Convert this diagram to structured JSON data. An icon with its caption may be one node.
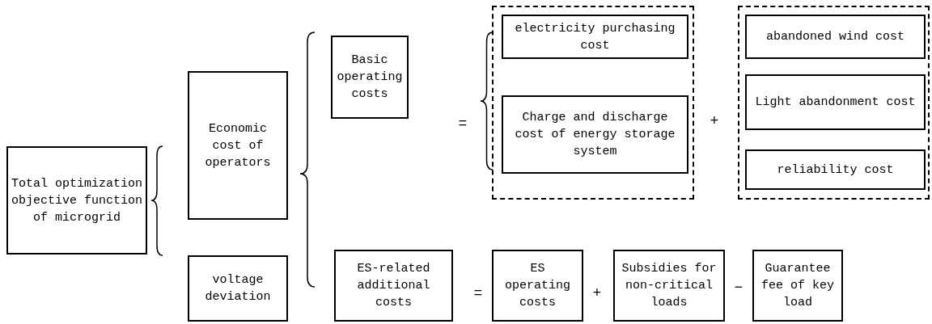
{
  "diagram": {
    "nodes": [
      {
        "text": [
          "Total optimization objective function of microgrid"
        ]
      },
      {
        "text": [
          "Economic cost of operators"
        ]
      },
      {
        "text": [
          "voltage deviation"
        ]
      },
      {
        "text": [
          "Basic operating costs"
        ]
      },
      {
        "text": [],
        "shape": "box"
      },
      {
        "text": [
          "electricity purchasing cost"
        ],
        "in": 4
      },
      {
        "text": [
          "Charge and discharge cost of energy storage system"
        ],
        "in": 4
      },
      {
        "text": [],
        "shape": "box"
      },
      {
        "text": [
          "abandoned wind cost"
        ],
        "in": 7
      },
      {
        "text": [
          "Light abandonment cost"
        ],
        "in": 7
      },
      {
        "text": [
          "reliability cost"
        ],
        "in": 7
      },
      {
        "text": [
          "ES-related additional costs"
        ]
      },
      {
        "text": [
          "ES operating costs"
        ]
      },
      {
        "text": [
          "Subsidies for non-critical loads"
        ]
      },
      {
        "text": [
          "Guarantee fee of key load"
        ]
      }
    ],
    "labels": [
      "=",
      "+",
      "=",
      "+",
      "−"
    ]
  }
}
